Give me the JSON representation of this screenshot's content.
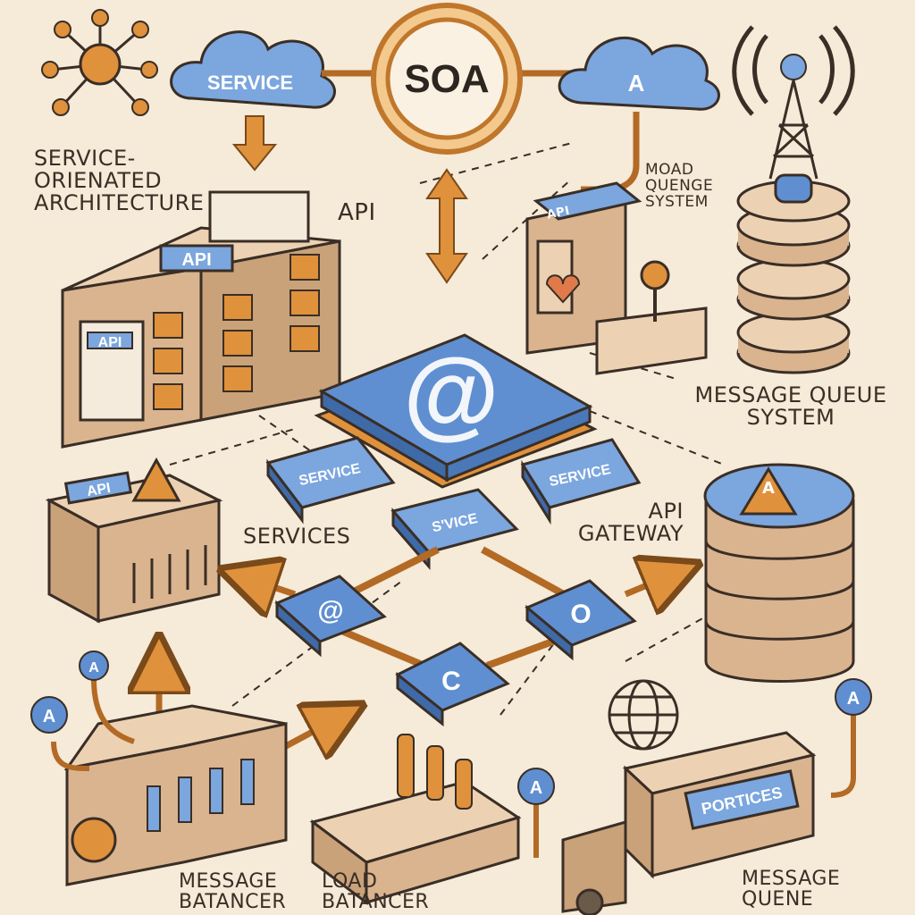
{
  "colors": {
    "background": "#f6ead8",
    "ink": "#3a2e26",
    "blue": "#5f8fd1",
    "blue_light": "#9ec0ea",
    "orange": "#e0913b",
    "beige": "#e9d2b4",
    "beige_dark": "#b99874"
  },
  "labels": {
    "soa_intro": [
      "SERVICE-",
      "ORIENATED",
      "ARCHITECTURE"
    ],
    "api": "API",
    "moad_quenge": [
      "MOAD",
      "QUENGE",
      "SYSTEM"
    ],
    "message_queue_system": [
      "MESSAGE QUEUE",
      "SYSTEM"
    ],
    "services": "SERVICES",
    "api_gateway": [
      "API",
      "GATEWAY"
    ],
    "message_batancer": [
      "MESSAGE",
      "BATANCER"
    ],
    "load_batancer": [
      "LOAD",
      "BATANCER"
    ],
    "message_quene": [
      "MESSAGE",
      "QUENE"
    ]
  },
  "nodes": {
    "cloud_service": "SERVICE",
    "soa_circle": "SOA",
    "cloud_a": "A",
    "central_hub": "@",
    "tile_service_left": "SERVICE",
    "tile_service_mid": "S'VICE",
    "tile_service_right": "SERVICE",
    "server_rack_api_1": "API",
    "server_rack_api_2": "API",
    "module_api": "API",
    "gateway_box_api": "API",
    "node_left": "@",
    "node_right": "O",
    "node_bottom": "C",
    "truck_panel": "PORTICES",
    "rack_key": "A",
    "pin_a": "A"
  }
}
